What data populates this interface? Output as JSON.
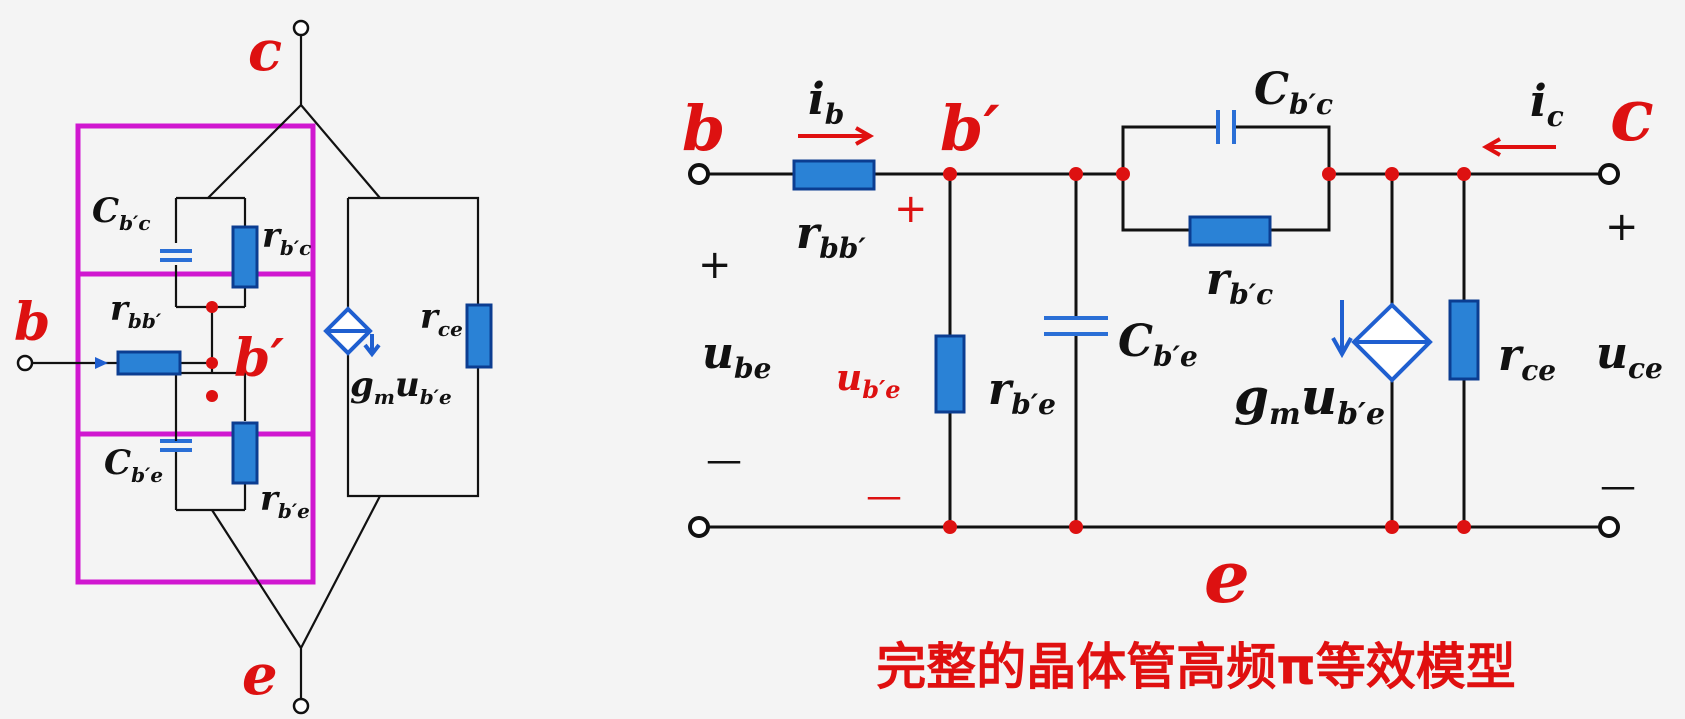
{
  "caption": "完整的晶体管高频π等效模型",
  "colors": {
    "wire": "#111111",
    "resistor": "#2a82d6",
    "capacitor": "#2a6fd6",
    "node": "#dd1111",
    "label_red": "#dd1111",
    "box": "#d017d0",
    "caption": "#e01010"
  },
  "left": {
    "terminals": {
      "c": "c",
      "b": "b",
      "e": "e",
      "bprime": "b′"
    },
    "components": {
      "cbc": {
        "main": "C",
        "sub": "b′c"
      },
      "rbc": {
        "main": "r",
        "sub": "b′c"
      },
      "rbb": {
        "main": "r",
        "sub": "bb′"
      },
      "cbe": {
        "main": "C",
        "sub": "b′e"
      },
      "rbe": {
        "main": "r",
        "sub": "b′e"
      },
      "rce": {
        "main": "r",
        "sub": "ce"
      },
      "gm": {
        "main1": "g",
        "sub1": "m",
        "main2": "u",
        "sub2": "b′e"
      }
    }
  },
  "right": {
    "terminals": {
      "b": "b",
      "bprime": "b′",
      "c": "c",
      "e": "e"
    },
    "currents": {
      "ib": {
        "main": "i",
        "sub": "b"
      },
      "ic": {
        "main": "i",
        "sub": "c"
      }
    },
    "components": {
      "rbb": {
        "main": "r",
        "sub": "bb′"
      },
      "cbc": {
        "main": "C",
        "sub": "b′c"
      },
      "rbc": {
        "main": "r",
        "sub": "b′c"
      },
      "rbe": {
        "main": "r",
        "sub": "b′e"
      },
      "cbe": {
        "main": "C",
        "sub": "b′e"
      },
      "rce": {
        "main": "r",
        "sub": "ce"
      },
      "gm": {
        "main1": "g",
        "sub1": "m",
        "main2": "u",
        "sub2": "b′e"
      }
    },
    "voltages": {
      "ube": {
        "main": "u",
        "sub": "be"
      },
      "ubpe": {
        "main": "u",
        "sub": "b′e"
      },
      "uce": {
        "main": "u",
        "sub": "ce"
      }
    },
    "signs": {
      "plus": "+",
      "minus": "—"
    }
  }
}
